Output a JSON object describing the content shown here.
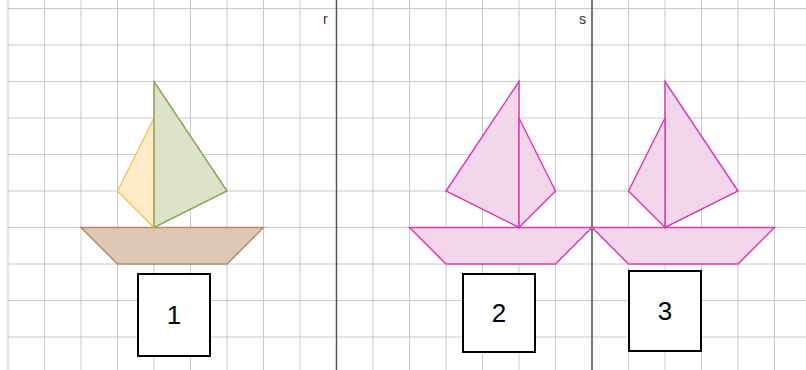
{
  "diagram": {
    "nodes": [
      {
        "text": [
          "1"
        ]
      },
      {
        "text": [
          "2"
        ]
      },
      {
        "text": [
          "3"
        ]
      }
    ],
    "labels": [
      "r",
      "s"
    ]
  }
}
